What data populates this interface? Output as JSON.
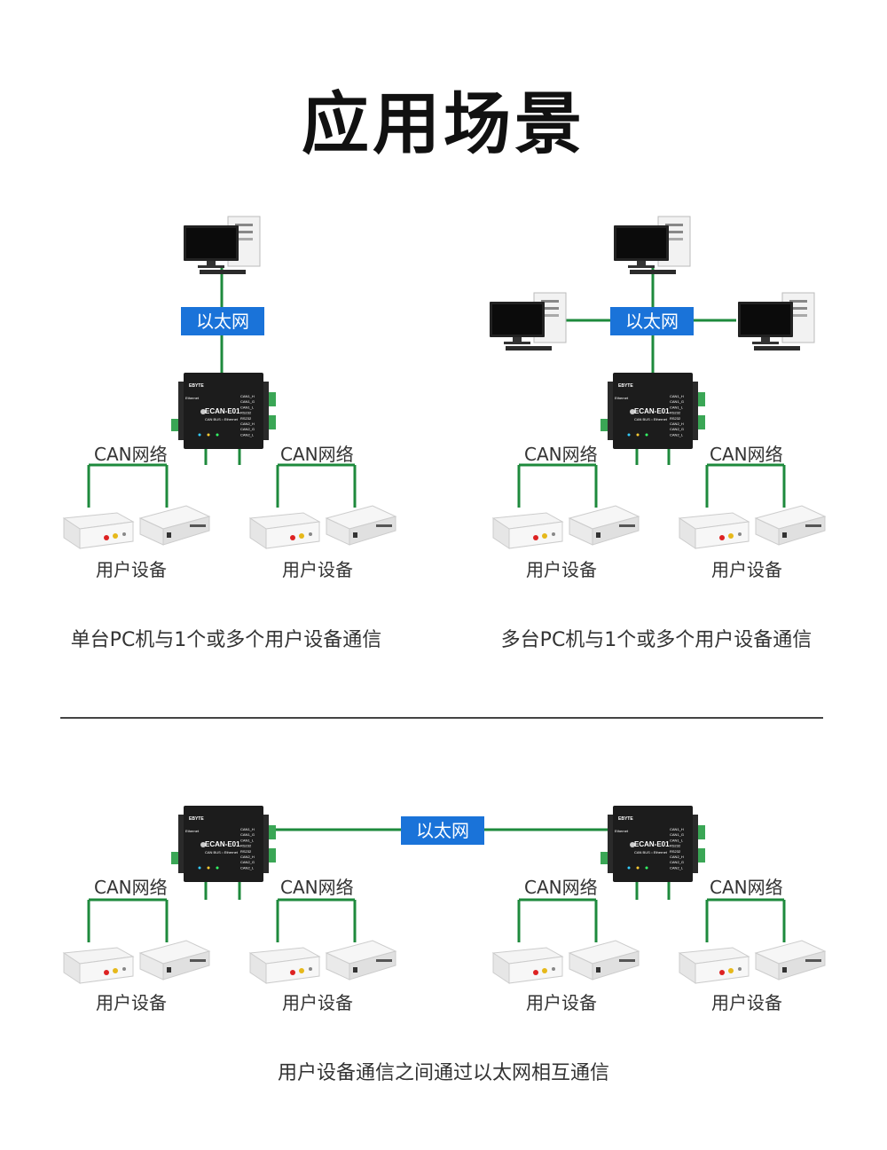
{
  "title": "应用场景",
  "ethernet_label": "以太网",
  "can_label": "CAN网络",
  "device_label": "用户设备",
  "gateway_model": "ECAN-E01",
  "gateway_sub": "CAN BUS⇔Ethernet",
  "gateway_brand": "EBYTE",
  "gateway_port_left": "Ethernet",
  "gateway_ports_right": [
    "CAN1_H",
    "CAN1_G",
    "CAN1_L",
    "RS232",
    "RS232",
    "CAN2_H",
    "CAN2_G",
    "CAN2_L"
  ],
  "scenarios": [
    {
      "caption": "单台PC机与1个或多个用户设备通信"
    },
    {
      "caption": "多台PC机与1个或多个用户设备通信"
    },
    {
      "caption": "用户设备通信之间通过以太网相互通信"
    }
  ],
  "colors": {
    "line": "#1e8a3c",
    "ethernet_box": "#1a73d9",
    "gateway": "#1c1c1c"
  }
}
